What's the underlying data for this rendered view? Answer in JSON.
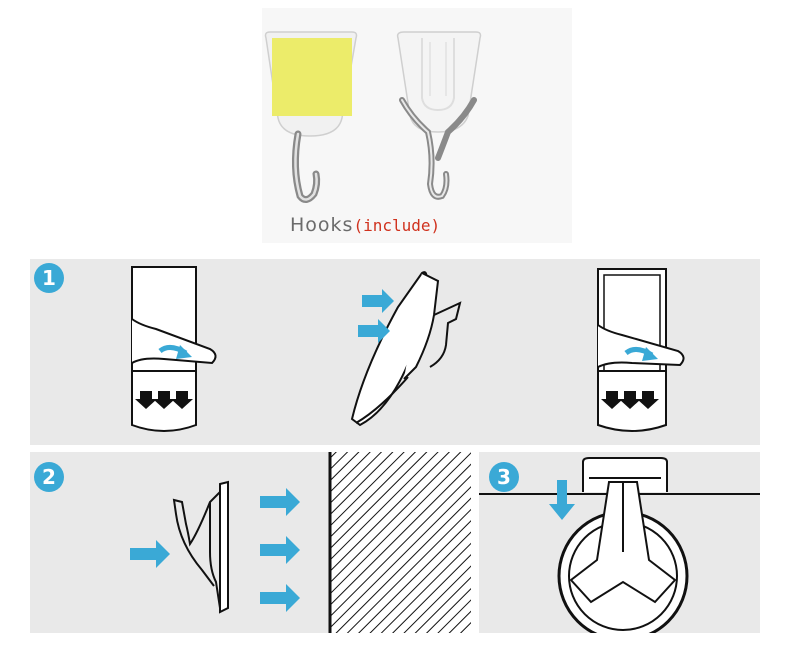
{
  "caption": {
    "main": "Hooks",
    "sub": "(include)"
  },
  "steps": [
    "1",
    "2",
    "3"
  ],
  "colors": {
    "accent": "#3aa9d6",
    "caption_text": "#6b6b6b",
    "caption_sub": "#d0321e",
    "panel": "#e9e9e9",
    "adhesive": "#ecec6a"
  }
}
